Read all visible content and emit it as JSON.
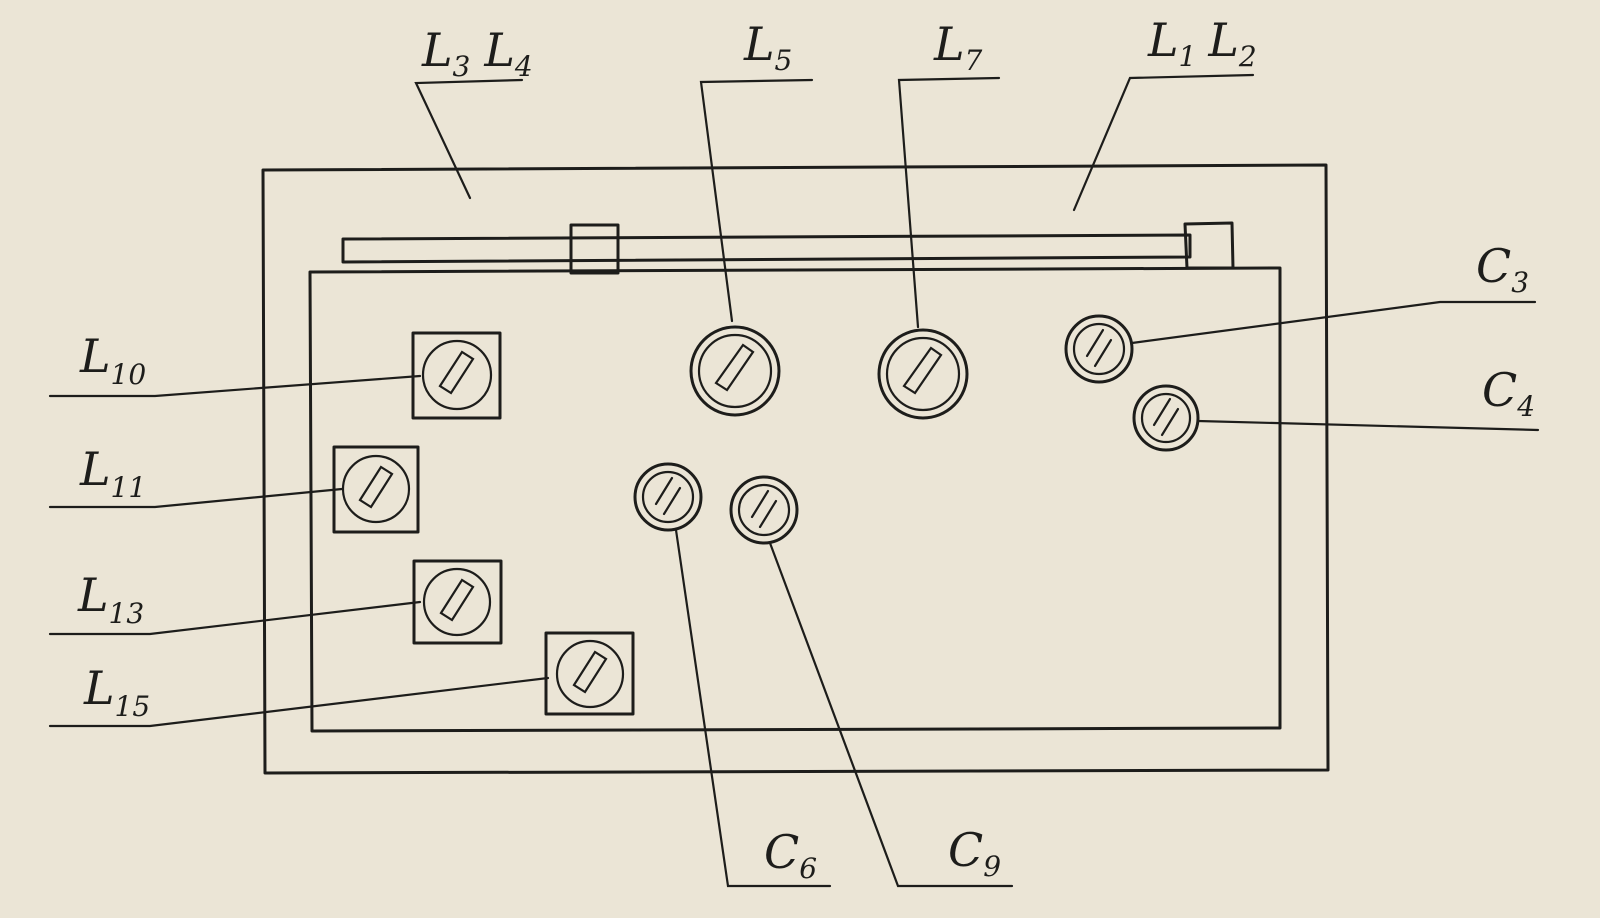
{
  "colors": {
    "paper": "#ebe5d6",
    "ink": "#1d1d1b"
  },
  "labels": {
    "l3l4": {
      "letter": "L",
      "subs": [
        "3",
        "4"
      ]
    },
    "l5": {
      "letter": "L",
      "sub": "5"
    },
    "l7": {
      "letter": "L",
      "sub": "7"
    },
    "l1l2": {
      "letter": "L",
      "subs": [
        "1",
        "2"
      ]
    },
    "c3": {
      "letter": "C",
      "sub": "3"
    },
    "c4": {
      "letter": "C",
      "sub": "4"
    },
    "l10": {
      "letter": "L",
      "sub": "10"
    },
    "l11": {
      "letter": "L",
      "sub": "11"
    },
    "l13": {
      "letter": "L",
      "sub": "13"
    },
    "l15": {
      "letter": "L",
      "sub": "15"
    },
    "c6": {
      "letter": "C",
      "sub": "6"
    },
    "c9": {
      "letter": "C",
      "sub": "9"
    }
  }
}
